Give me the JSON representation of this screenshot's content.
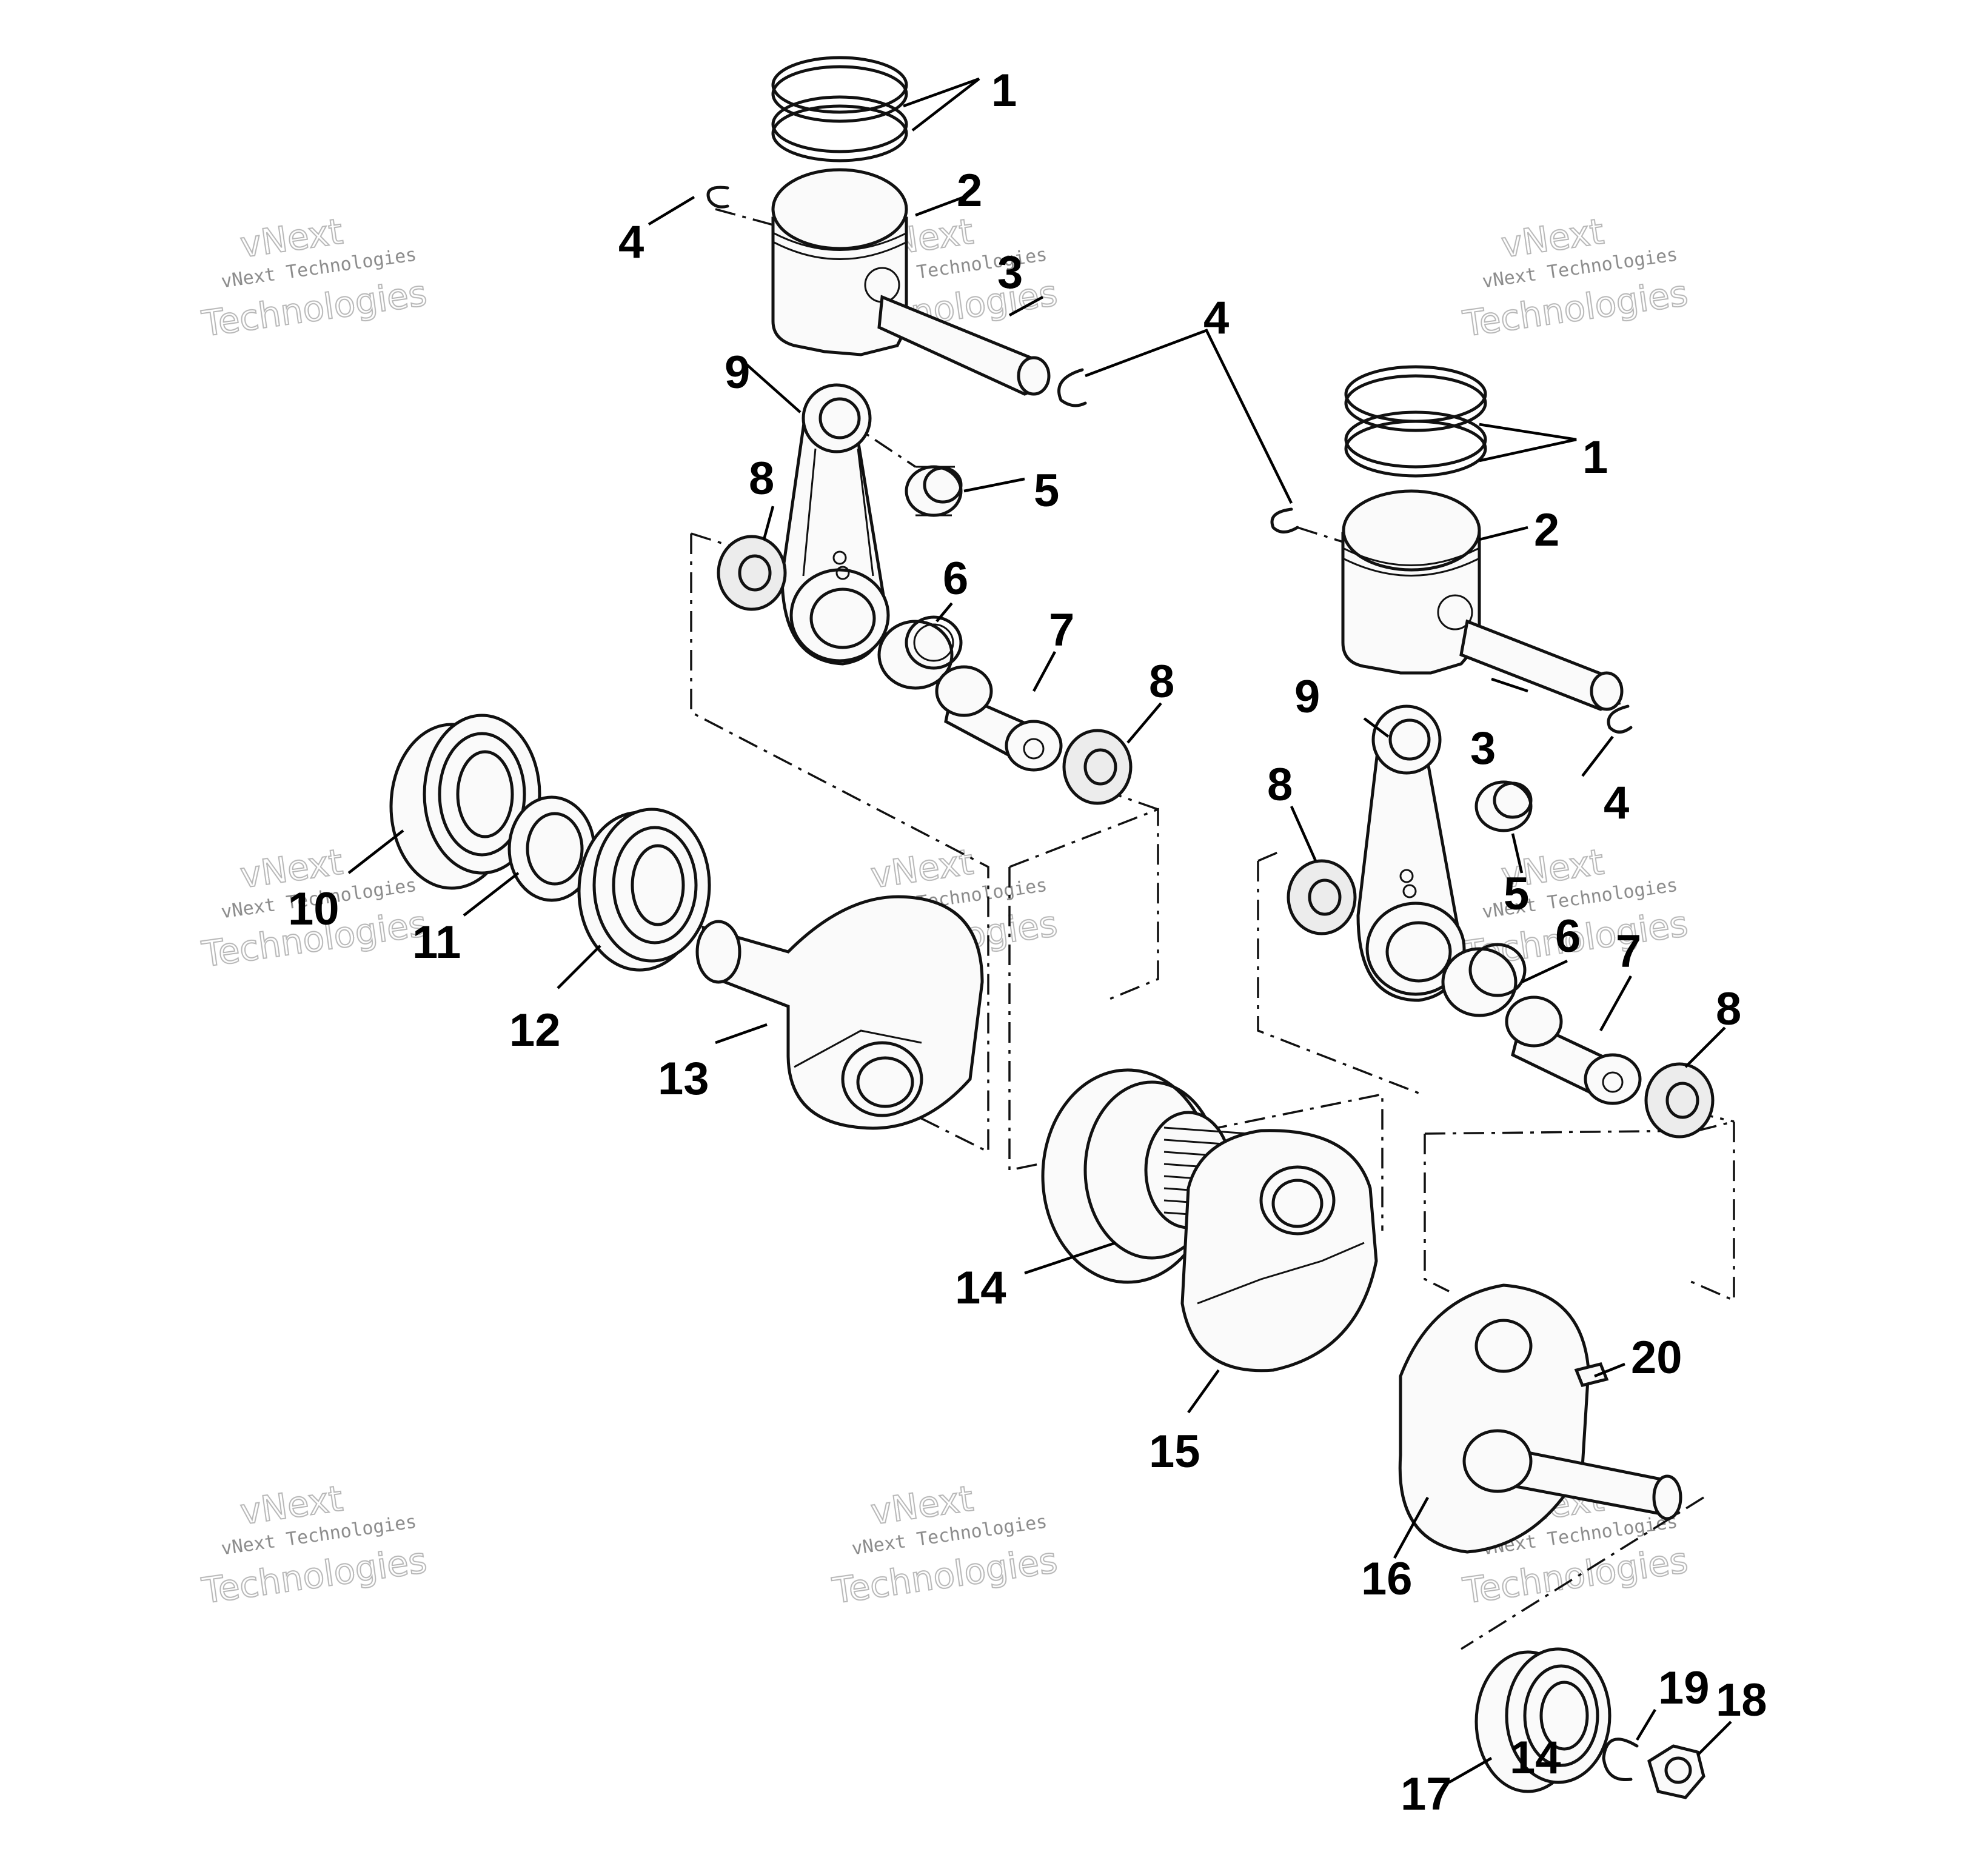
{
  "callouts": [
    {
      "id": "c1a",
      "text": "1"
    },
    {
      "id": "c2a",
      "text": "2"
    },
    {
      "id": "c3a",
      "text": "3"
    },
    {
      "id": "c4a",
      "text": "4"
    },
    {
      "id": "c4b",
      "text": "4"
    },
    {
      "id": "c9a",
      "text": "9"
    },
    {
      "id": "c8a",
      "text": "8"
    },
    {
      "id": "c5a",
      "text": "5"
    },
    {
      "id": "c6a",
      "text": "6"
    },
    {
      "id": "c7a",
      "text": "7"
    },
    {
      "id": "c8b",
      "text": "8"
    },
    {
      "id": "c1b",
      "text": "1"
    },
    {
      "id": "c2b",
      "text": "2"
    },
    {
      "id": "c9b",
      "text": "9"
    },
    {
      "id": "c3b",
      "text": "3"
    },
    {
      "id": "c4c",
      "text": "4"
    },
    {
      "id": "c8c",
      "text": "8"
    },
    {
      "id": "c5b",
      "text": "5"
    },
    {
      "id": "c6b",
      "text": "6"
    },
    {
      "id": "c7b",
      "text": "7"
    },
    {
      "id": "c8d",
      "text": "8"
    },
    {
      "id": "c10",
      "text": "10"
    },
    {
      "id": "c11",
      "text": "11"
    },
    {
      "id": "c12",
      "text": "12"
    },
    {
      "id": "c13",
      "text": "13"
    },
    {
      "id": "c14a",
      "text": "14"
    },
    {
      "id": "c15",
      "text": "15"
    },
    {
      "id": "c20",
      "text": "20"
    },
    {
      "id": "c16",
      "text": "16"
    },
    {
      "id": "c19",
      "text": "19"
    },
    {
      "id": "c18",
      "text": "18"
    },
    {
      "id": "c17",
      "text": "17"
    },
    {
      "id": "c14b",
      "text": "14"
    }
  ],
  "watermark": {
    "line1": "vNext",
    "line2": "vNext Technologies",
    "line3": "Technologies"
  }
}
